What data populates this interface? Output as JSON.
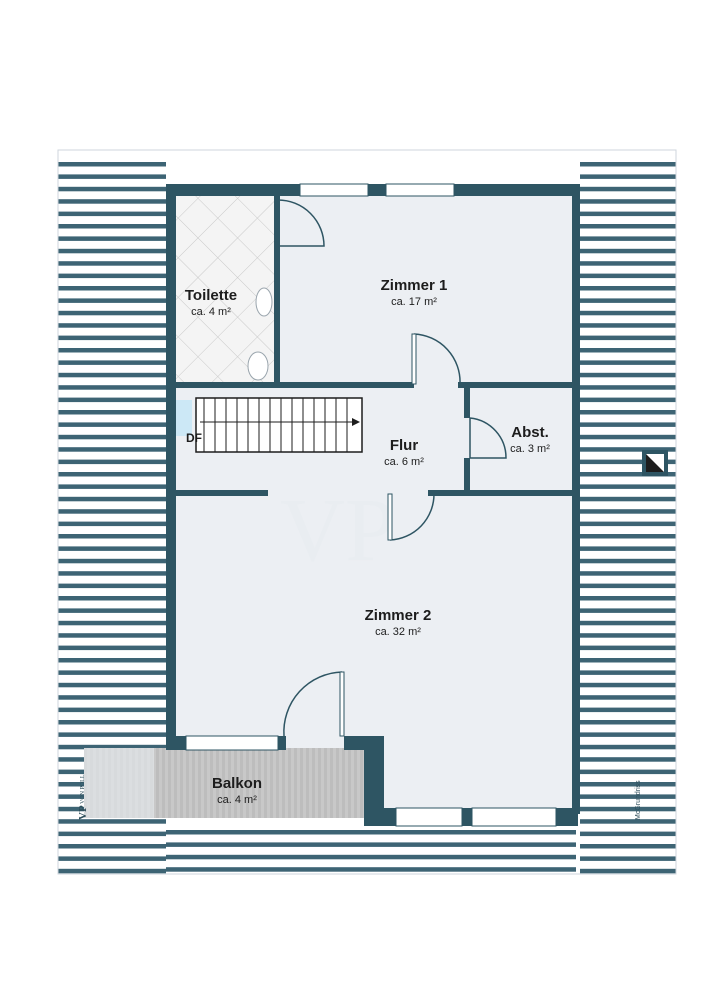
{
  "rooms": [
    {
      "id": "zimmer1",
      "name": "Zimmer 1",
      "area": "ca. 17 m²"
    },
    {
      "id": "toilette",
      "name": "Toilette",
      "area": "ca. 4 m²"
    },
    {
      "id": "flur",
      "name": "Flur",
      "area": "ca. 6 m²"
    },
    {
      "id": "abst",
      "name": "Abst.",
      "area": "ca. 3 m²"
    },
    {
      "id": "zimmer2",
      "name": "Zimmer 2",
      "area": "ca. 32 m²"
    },
    {
      "id": "balkon",
      "name": "Balkon",
      "area": "ca. 4 m²"
    }
  ],
  "labels": {
    "stair_label": "DF",
    "logo_letters": "VP",
    "logo_text": "VON POLL",
    "credit": "McGrundriss"
  },
  "colors": {
    "wall": "#2e5563",
    "floor": "#eceff3",
    "roof_slat": "#3d6474",
    "balcony": "#c9c9c9",
    "tile": "#d9d9d9"
  }
}
